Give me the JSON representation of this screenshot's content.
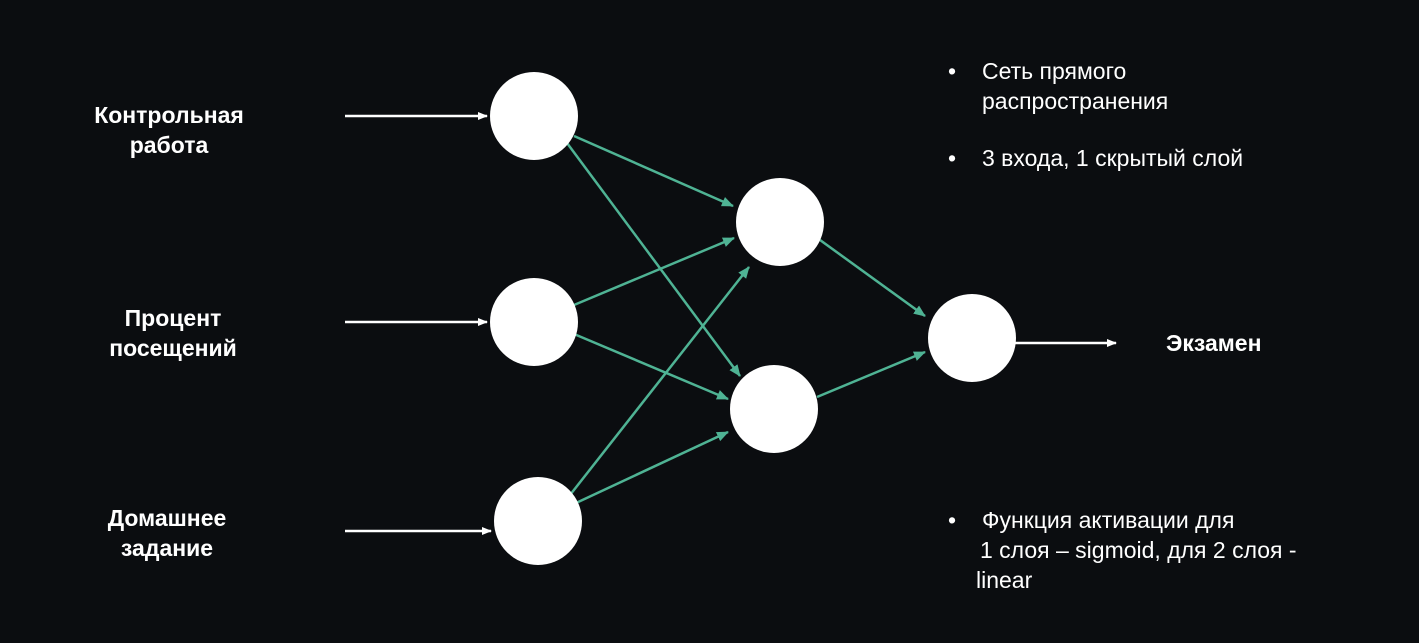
{
  "inputs": [
    {
      "line1": "Контрольная",
      "line2": "работа"
    },
    {
      "line1": "Процент",
      "line2": "посещений"
    },
    {
      "line1": "Домашнее",
      "line2": "задание"
    }
  ],
  "output": {
    "label": "Экзамен"
  },
  "bullet_marker": "•",
  "notes_top": [
    {
      "line1": "Сеть прямого",
      "line2": "распространения"
    },
    {
      "line1": "3 входа, 1 скрытый слой",
      "line2": ""
    }
  ],
  "notes_bottom": [
    {
      "line1": "Функция активации для",
      "line2": "1 слоя – sigmoid, для 2 слоя -",
      "line3": "linear"
    }
  ],
  "colors": {
    "background": "#0b0d10",
    "node": "#ffffff",
    "edge": "#4fb394",
    "io_arrow": "#ffffff"
  }
}
